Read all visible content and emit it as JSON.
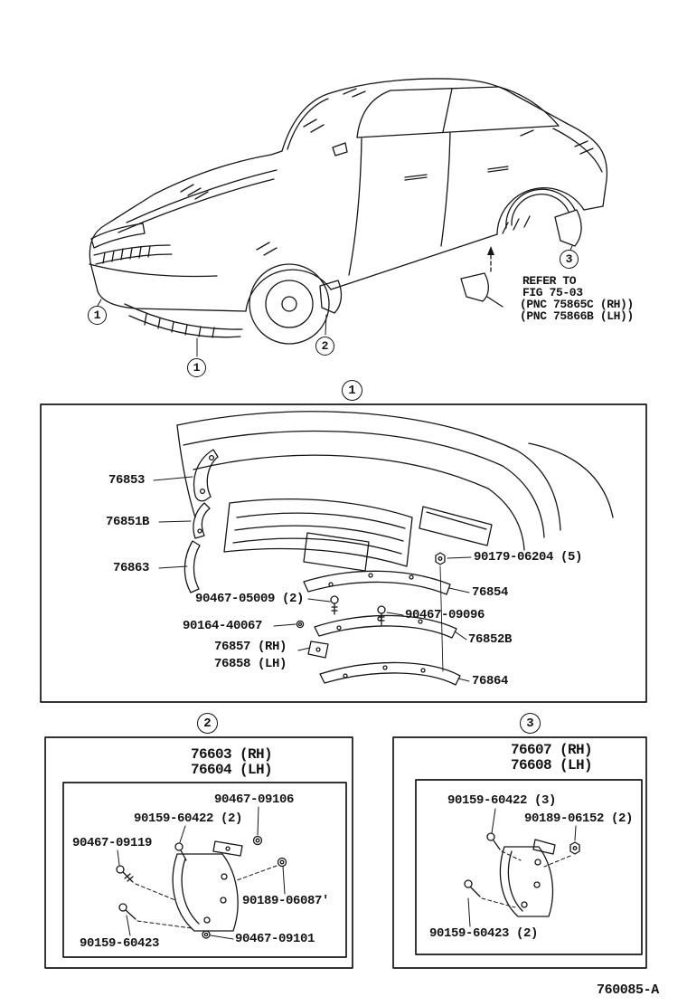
{
  "page": {
    "code": "760085-A"
  },
  "theme": {
    "ink": "#131313",
    "paper": "#ffffff"
  },
  "top": {
    "c_front_bumper": "1",
    "c_front_spoiler": "1",
    "c_front_mudguard": "2",
    "c_rear_mudguard": "3",
    "refer1": "REFER TO",
    "refer2": "FIG 75-03",
    "refer3": "(PNC 75865C (RH))",
    "refer4": "(PNC 75866B (LH))"
  },
  "s1": {
    "callout": "1",
    "l76853": "76853",
    "l76851b": "76851B",
    "l76863": "76863",
    "l90179": "90179-06204 (5)",
    "l76854": "76854",
    "l90467_05009": "90467-05009 (2)",
    "l90164": "90164-40067",
    "l90467_09096": "90467-09096",
    "l76857": "76857 (RH)",
    "l76858": "76858 (LH)",
    "l76852b": "76852B",
    "l76864": "76864"
  },
  "s2": {
    "callout": "2",
    "title_rh": "76603 (RH)",
    "title_lh": "76604 (LH)",
    "l90467_09106": "90467-09106",
    "l90159_60422": "90159-60422 (2)",
    "l90467_09119": "90467-09119",
    "l90189_06087": "90189-06087'",
    "l90159_60423": "90159-60423",
    "l90467_09101": "90467-09101"
  },
  "s3": {
    "callout": "3",
    "title_rh": "76607 (RH)",
    "title_lh": "76608 (LH)",
    "l90159_60422": "90159-60422 (3)",
    "l90189_06152": "90189-06152 (2)",
    "l90159_60423": "90159-60423 (2)"
  }
}
